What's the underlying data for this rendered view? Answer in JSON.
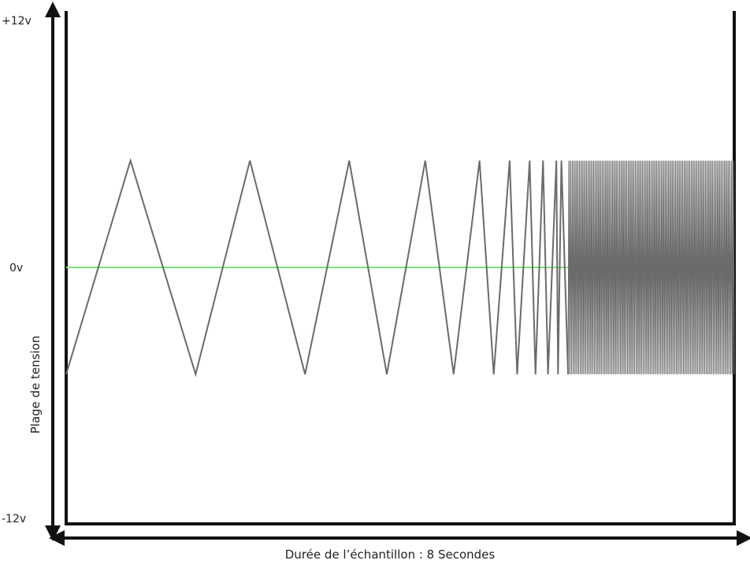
{
  "labels": {
    "top": "+12v",
    "zero": "0v",
    "bottom": "-12v",
    "y_axis": "Plage de tension",
    "x_axis": "Durée de l’échantillon : 8 Secondes"
  },
  "colors": {
    "frame": "#111111",
    "wave": "#6b6b6b",
    "zero_line": "#7ee07e"
  },
  "waveform": {
    "type": "triangle-chirp",
    "v_max": 12,
    "v_min": -12,
    "peak_v": 5,
    "trough_v": -5,
    "duration_s": 8,
    "vertices_t": [
      0.0,
      0.77,
      1.55,
      2.2,
      2.86,
      3.39,
      3.84,
      4.3,
      4.64,
      4.95,
      5.12,
      5.31,
      5.4,
      5.55,
      5.62,
      5.71,
      5.77,
      5.87,
      5.89,
      5.93,
      6.01
    ],
    "dense_start_t": 6.01,
    "dense_end_t": 8.0,
    "dense_cycles": 95
  }
}
